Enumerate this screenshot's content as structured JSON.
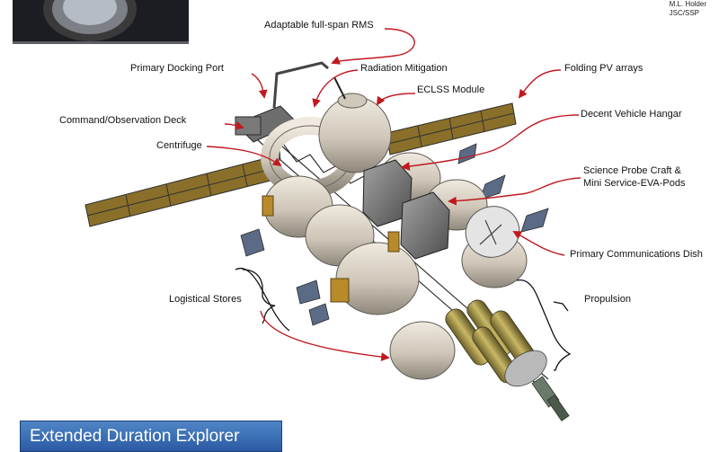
{
  "credit": {
    "line1": "M.L. Holder",
    "line2": "JSC/SSP"
  },
  "labels": {
    "rms": "Adaptable full-span RMS",
    "docking": "Primary Docking Port",
    "radiation": "Radiation Mitigation",
    "pv": "Folding PV arrays",
    "eclss": "ECLSS Module",
    "command": "Command/Observation Deck",
    "hangar": "Decent Vehicle Hangar",
    "centrifuge": "Centrifuge",
    "probe1": "Science Probe Craft &",
    "probe2": "Mini Service-EVA-Pods",
    "dish": "Primary Communications Dish",
    "logistics": "Logistical Stores",
    "propulsion": "Propulsion"
  },
  "title": "Extended Duration Explorer",
  "colors": {
    "arrow": "#c0181f",
    "banner": "#3a6db5",
    "solar": "#8a6f2a",
    "module": "#d9d1c4"
  }
}
